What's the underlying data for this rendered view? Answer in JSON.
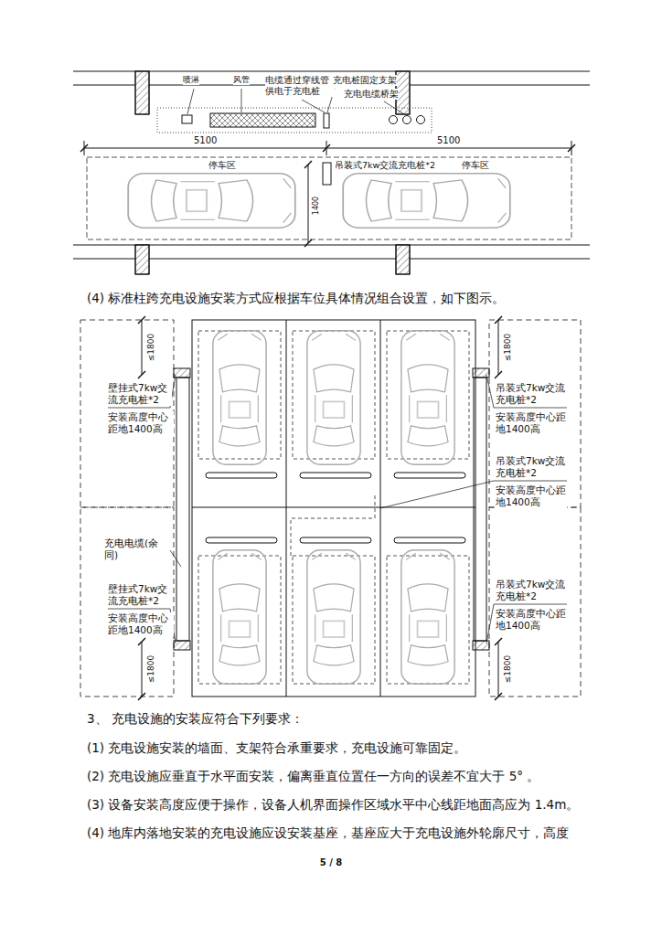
{
  "diagram": {
    "labels": [
      "喷淋",
      "风管",
      "电缆通过穿线管供电于充电桩",
      "充电桩固定支架",
      "充电电缆桥架",
      "5100",
      "5100",
      "停车区",
      "吊装式7kw交流充电桩*2",
      "停车区",
      "1400",
      "(4) 标准柱跨充电设施安装方式应根据车位具体情况组合设置，如下图示。",
      "≤1800",
      "壁挂式7kw交流充电桩*2",
      "安装高度中心距地1400高",
      "充电电缆(余同)",
      "壁挂式7kw交流充电桩*2",
      "安装高度中心距地1400高",
      "≤1800",
      "≤1800",
      "吊装式7kw交流充电桩*2",
      "安装高度中心距地1400高",
      "吊装式7kw交流充电桩*2",
      "安装高度中心距地1400高",
      "吊装式7kw交流充电桩*2",
      "安装高度中心距地1400高",
      "≤1800",
      "3、 充电设施的安装应符合下列要求：",
      "(1) 充电设施安装的墙面、支架符合承重要求，充电设施可靠固定。",
      "(2) 充电设施应垂直于水平面安装，偏离垂直位置任一方向的误差不宜大于 5° 。",
      "(3) 设备安装高度应便于操作，设备人机界面操作区域水平中心线距地面高应为 1.4m。",
      "(4) 地库内落地安装的充电设施应设安装基座，基座应大于充电设施外轮廓尺寸，高度",
      "5 / 8"
    ]
  }
}
